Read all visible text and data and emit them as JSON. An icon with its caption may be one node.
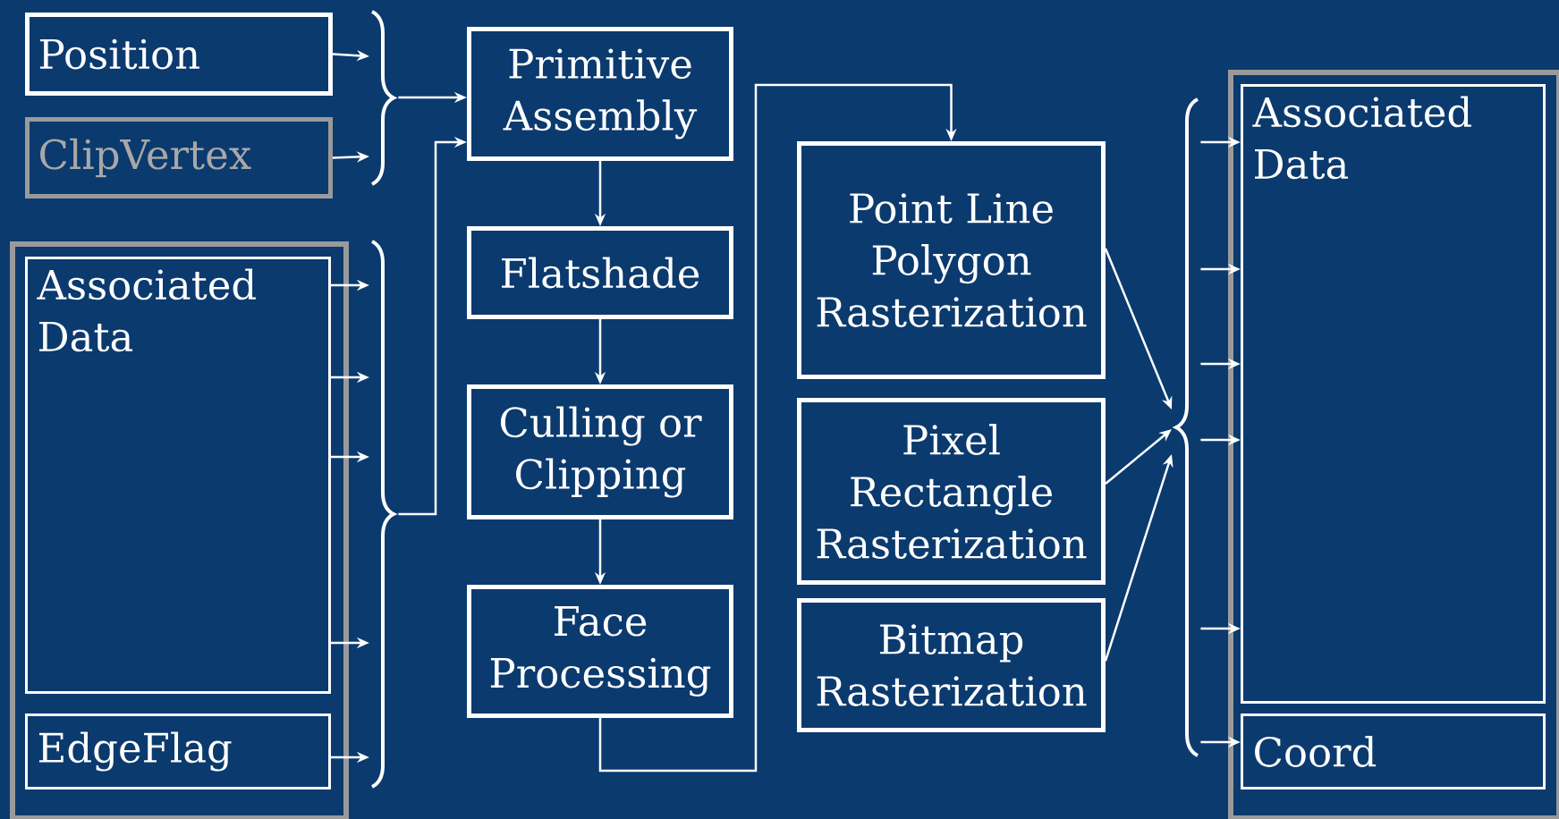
{
  "diagram": {
    "nodes": [
      {
        "text": [
          "Position"
        ]
      },
      {
        "text": [
          "ClipVertex"
        ]
      },
      {
        "text": [],
        "shape": "box"
      },
      {
        "text": [
          "Associated Data"
        ],
        "in": 2
      },
      {
        "text": [
          "EdgeFlag"
        ],
        "in": 2
      },
      {
        "text": [
          "Primitive Assembly"
        ]
      },
      {
        "text": [
          "Flatshade"
        ]
      },
      {
        "text": [
          "Culling or Clipping"
        ]
      },
      {
        "text": [
          "Face Processing"
        ]
      },
      {
        "text": [
          "Point Line Polygon Rasterization"
        ]
      },
      {
        "text": [
          "Pixel Rectangle Rasterization"
        ]
      },
      {
        "text": [
          "Bitmap Rasterization"
        ]
      },
      {
        "text": [],
        "shape": "box"
      },
      {
        "text": [
          "Associated Data"
        ],
        "in": 12
      },
      {
        "text": [
          "Coord"
        ],
        "in": 12
      },
      {
        "text": [],
        "shape": "brace"
      },
      {
        "text": [],
        "shape": "brace"
      },
      {
        "text": [],
        "shape": "brace"
      }
    ],
    "edges": [
      {
        "from": 0,
        "to": 15,
        "arrow": "to"
      },
      {
        "from": 1,
        "to": 15,
        "arrow": "to"
      },
      {
        "from": 3,
        "to": 16,
        "arrow": "to"
      },
      {
        "from": 3,
        "to": 16,
        "arrow": "to"
      },
      {
        "from": 3,
        "to": 16,
        "arrow": "to"
      },
      {
        "from": 3,
        "to": 16,
        "arrow": "to"
      },
      {
        "from": 4,
        "to": 16,
        "arrow": "to"
      },
      {
        "from": 15,
        "to": 5,
        "arrow": "to"
      },
      {
        "from": 16,
        "to": 5,
        "arrow": "to"
      },
      {
        "from": 5,
        "to": 6,
        "arrow": "to"
      },
      {
        "from": 6,
        "to": 7,
        "arrow": "to"
      },
      {
        "from": 7,
        "to": 8,
        "arrow": "to"
      },
      {
        "from": 8,
        "to": 9,
        "arrow": "to"
      },
      {
        "from": 9,
        "to": 17,
        "arrow": "to"
      },
      {
        "from": 10,
        "to": 17,
        "arrow": "to"
      },
      {
        "from": 11,
        "to": 17,
        "arrow": "to"
      },
      {
        "from": 17,
        "to": 13,
        "arrow": "to"
      },
      {
        "from": 17,
        "to": 13,
        "arrow": "to"
      },
      {
        "from": 17,
        "to": 13,
        "arrow": "to"
      },
      {
        "from": 17,
        "to": 13,
        "arrow": "to"
      },
      {
        "from": 17,
        "to": 13,
        "arrow": "to"
      },
      {
        "from": 17,
        "to": 14,
        "arrow": "to"
      }
    ]
  }
}
